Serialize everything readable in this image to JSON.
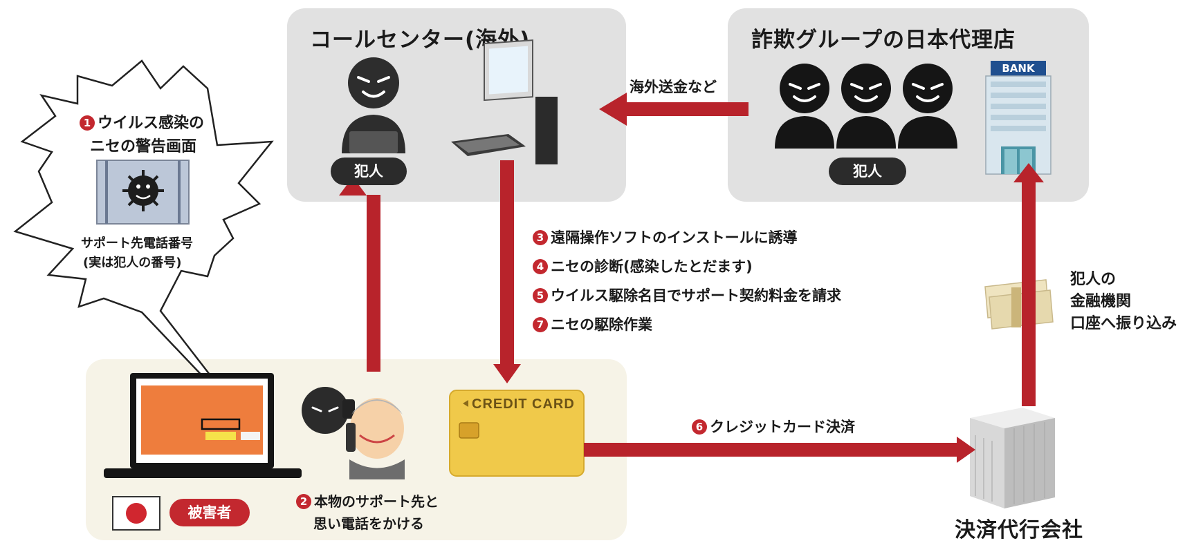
{
  "call_center": {
    "title": "コールセンター(海外)",
    "criminal_label": "犯人"
  },
  "agency": {
    "title": "詐欺グループの日本代理店",
    "criminal_label": "犯人",
    "bank_sign": "BANK"
  },
  "overseas_transfer": "海外送金など",
  "speech_bubble": {
    "number": "1",
    "title_line1": "ウイルス感染の",
    "title_line2": "ニセの警告画面",
    "caption_line1": "サポート先電話番号",
    "caption_line2": "(実は犯人の番号)"
  },
  "steps": [
    {
      "number": "3",
      "text": "遠隔操作ソフトのインストールに誘導"
    },
    {
      "number": "4",
      "text": "ニセの診断(感染したとだます)"
    },
    {
      "number": "5",
      "text": "ウイルス駆除名目でサポート契約料金を請求"
    },
    {
      "number": "7",
      "text": "ニセの駆除作業"
    }
  ],
  "victim": {
    "label": "被害者",
    "call_number": "2",
    "call_line1": "本物のサポート先と",
    "call_line2": "思い電話をかける"
  },
  "credit_card": {
    "text": "CREDIT CARD"
  },
  "payment": {
    "number": "6",
    "text": "クレジットカード決済"
  },
  "bank_transfer": {
    "line1": "犯人の",
    "line2": "金融機関",
    "line3": "口座へ振り込み"
  },
  "processor": {
    "title": "決済代行会社"
  },
  "colors": {
    "arrow": "#b8232b",
    "panel": "#e1e1e1",
    "victim_panel": "#f6f3e7",
    "card": "#f0c94a"
  }
}
